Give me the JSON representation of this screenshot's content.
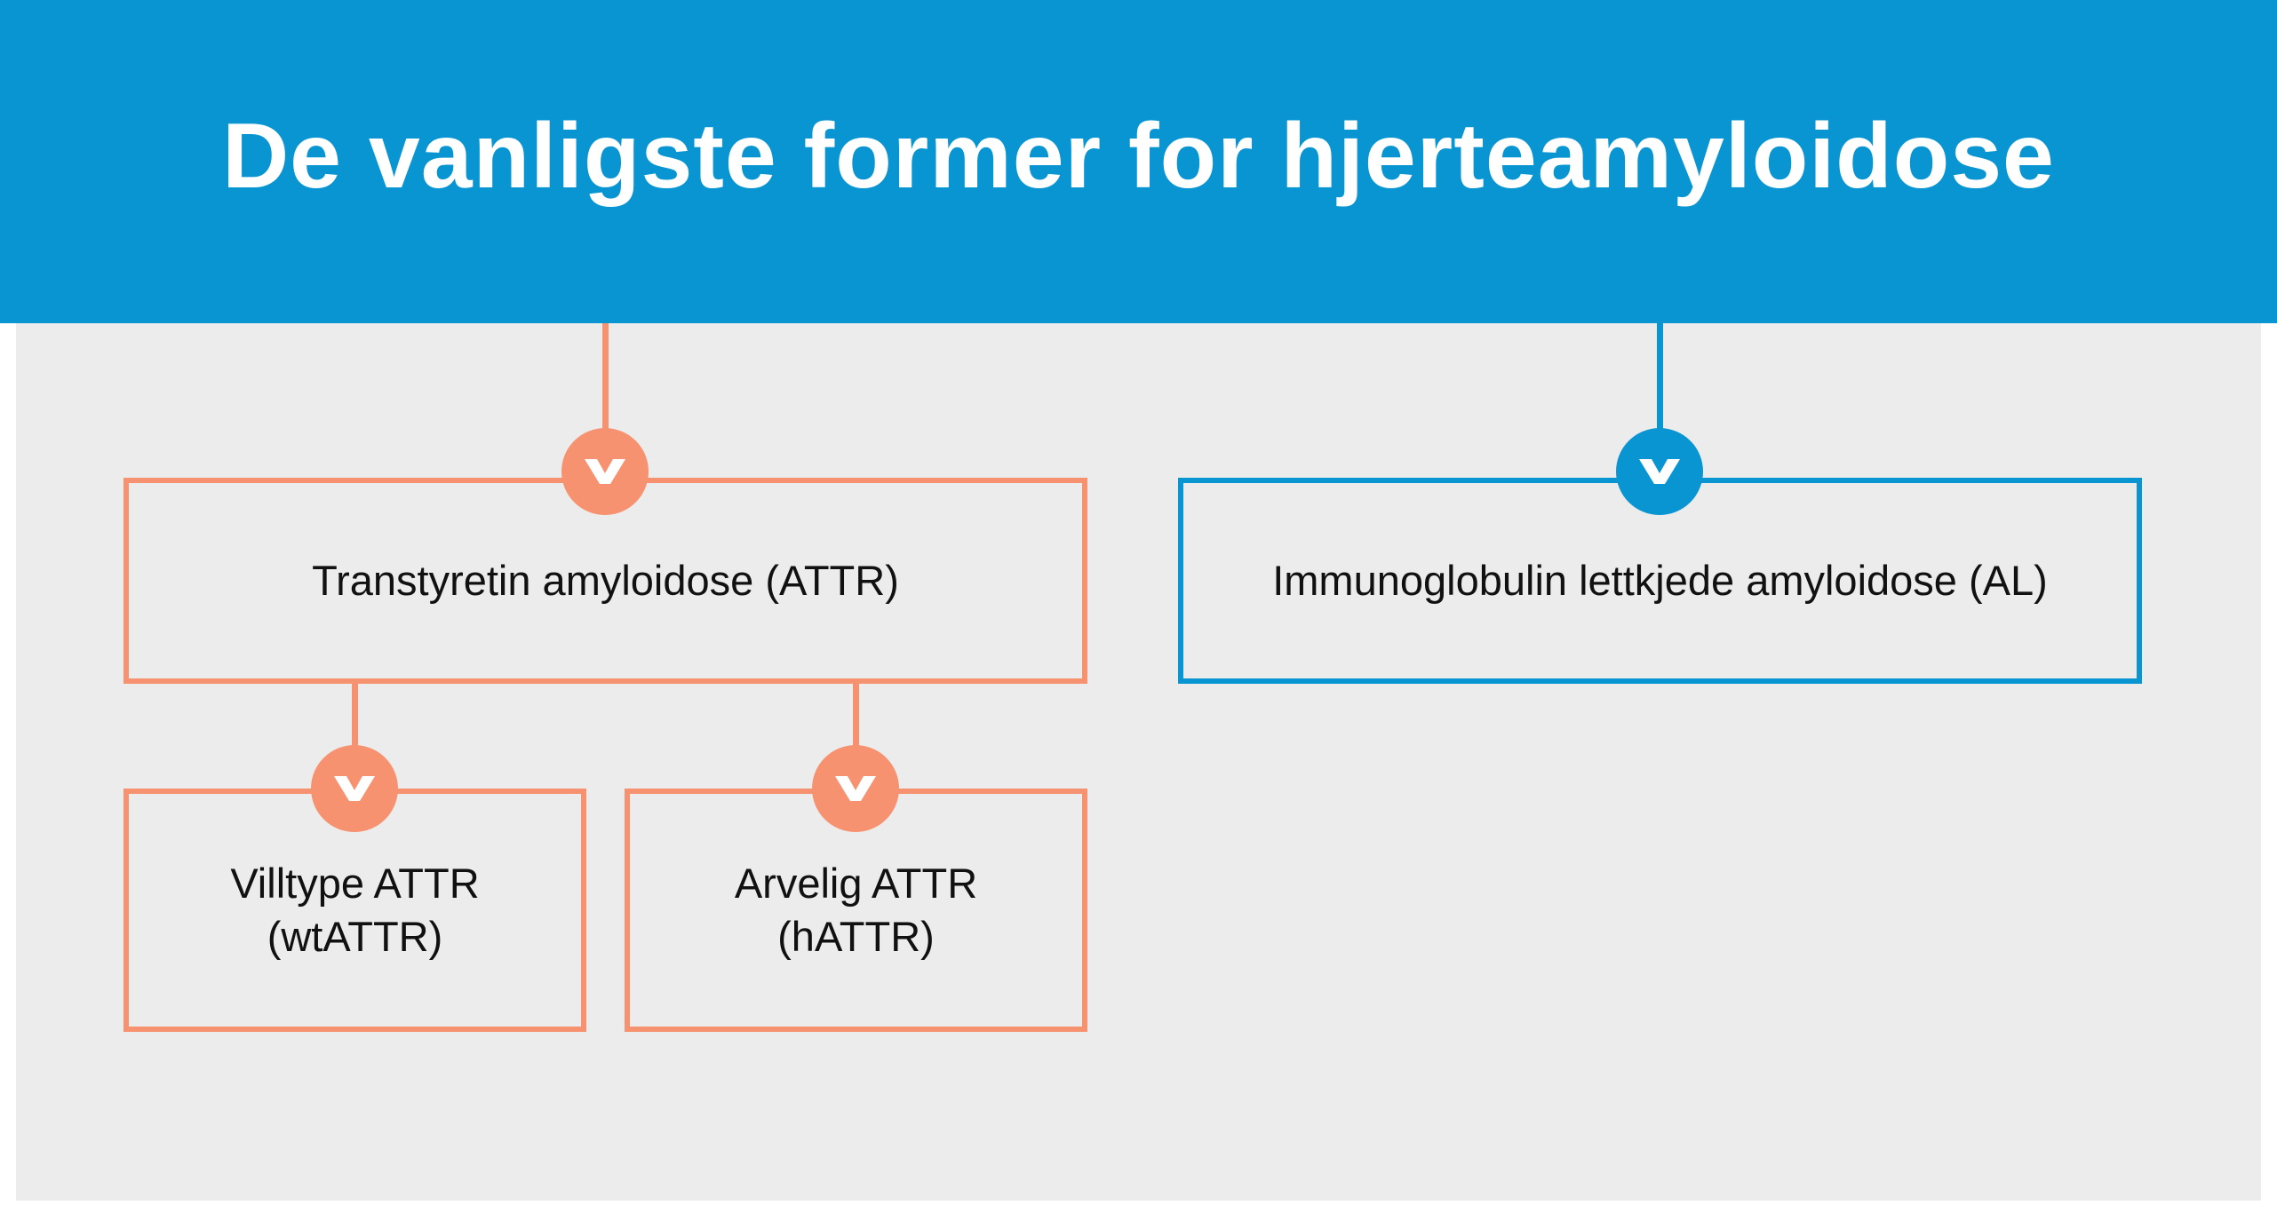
{
  "header": {
    "title": "De vanligste former for hjerteamyloidose"
  },
  "colors": {
    "header_bg": "#0895d2",
    "panel_bg": "#ececec",
    "attr_accent": "#f79270",
    "al_accent": "#0895d2"
  },
  "nodes": {
    "attr": {
      "label": "Transtyretin amyloidose (ATTR)"
    },
    "al": {
      "label": "Immunoglobulin lettkjede amyloidose (AL)"
    },
    "wtattr": {
      "line1": "Villtype ATTR",
      "line2": "(wtATTR)"
    },
    "hattr": {
      "line1": "Arvelig ATTR",
      "line2": "(hATTR)"
    }
  },
  "icons": {
    "connector": "chevron-down-icon"
  }
}
